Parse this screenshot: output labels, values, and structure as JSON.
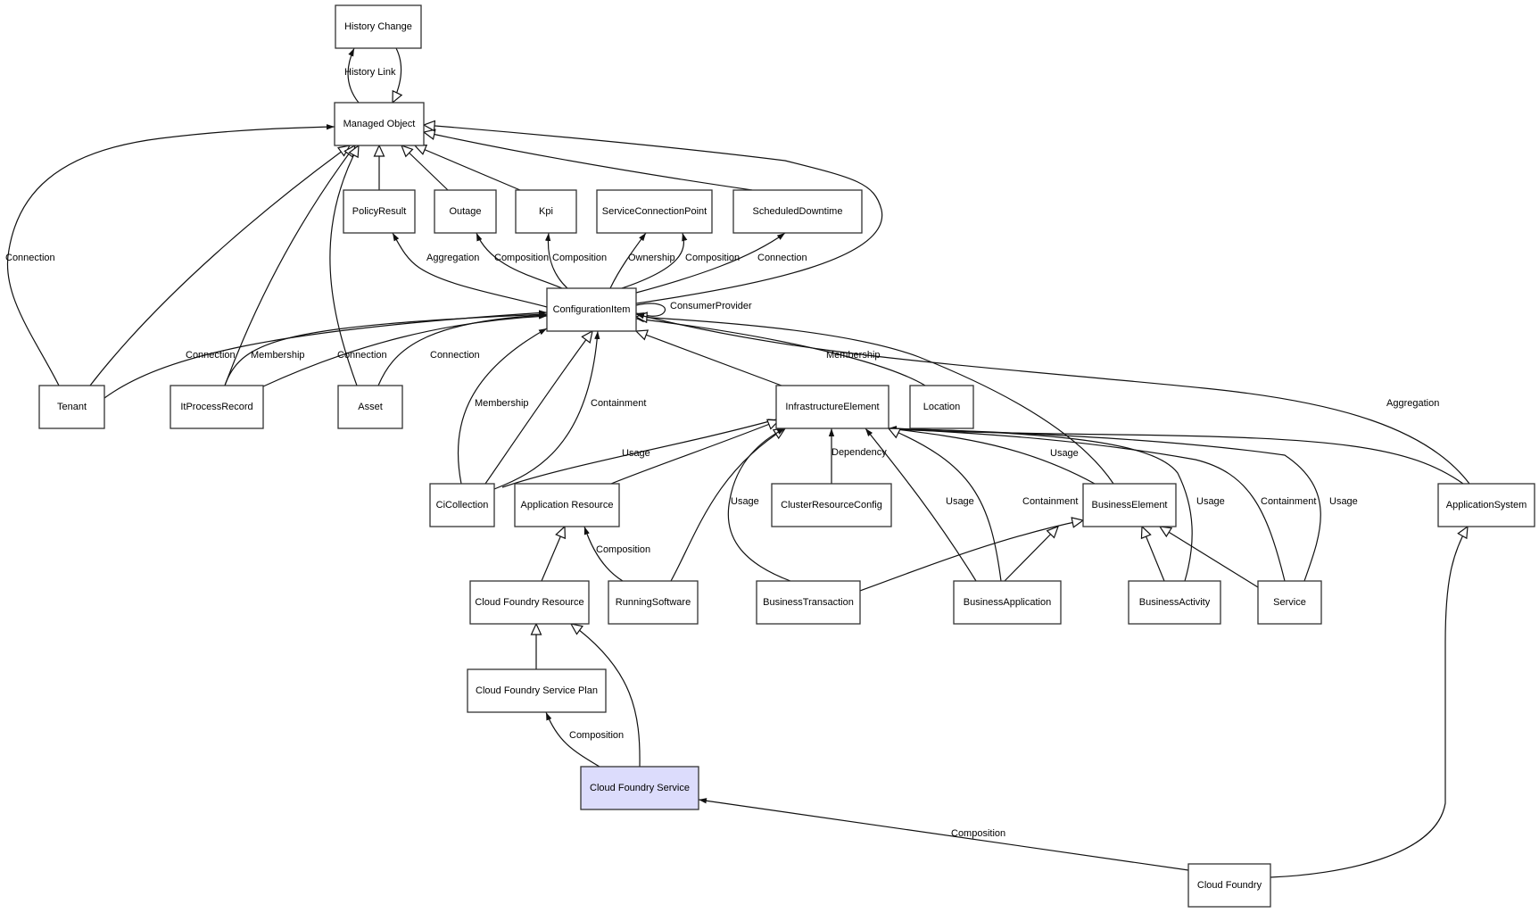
{
  "diagram": {
    "title": "Cloud Foundry Service class diagram",
    "highlight_color": "#dcdcfc",
    "nodes": [
      {
        "id": "history_change",
        "label": "History Change"
      },
      {
        "id": "managed_object",
        "label": "Managed Object"
      },
      {
        "id": "policy_result",
        "label": "PolicyResult"
      },
      {
        "id": "outage",
        "label": "Outage"
      },
      {
        "id": "kpi",
        "label": "Kpi"
      },
      {
        "id": "scp",
        "label": "ServiceConnectionPoint"
      },
      {
        "id": "scheduled_downtime",
        "label": "ScheduledDowntime"
      },
      {
        "id": "configuration_item",
        "label": "ConfigurationItem"
      },
      {
        "id": "tenant",
        "label": "Tenant"
      },
      {
        "id": "it_process_record",
        "label": "ItProcessRecord"
      },
      {
        "id": "asset",
        "label": "Asset"
      },
      {
        "id": "infrastructure_element",
        "label": "InfrastructureElement"
      },
      {
        "id": "location",
        "label": "Location"
      },
      {
        "id": "ci_collection",
        "label": "CiCollection"
      },
      {
        "id": "application_resource",
        "label": "Application Resource"
      },
      {
        "id": "cluster_resource_config",
        "label": "ClusterResourceConfig"
      },
      {
        "id": "business_element",
        "label": "BusinessElement"
      },
      {
        "id": "application_system",
        "label": "ApplicationSystem"
      },
      {
        "id": "cf_resource",
        "label": "Cloud Foundry Resource"
      },
      {
        "id": "running_software",
        "label": "RunningSoftware"
      },
      {
        "id": "business_transaction",
        "label": "BusinessTransaction"
      },
      {
        "id": "business_application",
        "label": "BusinessApplication"
      },
      {
        "id": "business_activity",
        "label": "BusinessActivity"
      },
      {
        "id": "service",
        "label": "Service"
      },
      {
        "id": "cf_service_plan",
        "label": "Cloud Foundry Service Plan"
      },
      {
        "id": "cf_service",
        "label": "Cloud Foundry Service",
        "highlight": true
      },
      {
        "id": "cloud_foundry",
        "label": "Cloud Foundry"
      }
    ],
    "edges": [
      {
        "from": "managed_object",
        "to": "history_change",
        "type": "association",
        "label": "History Link"
      },
      {
        "from": "history_change",
        "to": "managed_object",
        "type": "inheritance",
        "label": ""
      },
      {
        "from": "tenant",
        "to": "managed_object",
        "type": "association",
        "label": "Connection"
      },
      {
        "from": "tenant",
        "to": "managed_object",
        "type": "inheritance",
        "label": ""
      },
      {
        "from": "it_process_record",
        "to": "managed_object",
        "type": "inheritance",
        "label": ""
      },
      {
        "from": "asset",
        "to": "managed_object",
        "type": "inheritance",
        "label": ""
      },
      {
        "from": "policy_result",
        "to": "managed_object",
        "type": "inheritance",
        "label": ""
      },
      {
        "from": "outage",
        "to": "managed_object",
        "type": "inheritance",
        "label": ""
      },
      {
        "from": "kpi",
        "to": "managed_object",
        "type": "inheritance",
        "label": ""
      },
      {
        "from": "scheduled_downtime",
        "to": "managed_object",
        "type": "inheritance",
        "label": ""
      },
      {
        "from": "configuration_item",
        "to": "managed_object",
        "type": "inheritance",
        "label": ""
      },
      {
        "from": "configuration_item",
        "to": "policy_result",
        "type": "association",
        "label": "Aggregation"
      },
      {
        "from": "configuration_item",
        "to": "outage",
        "type": "association",
        "label": "Composition"
      },
      {
        "from": "configuration_item",
        "to": "kpi",
        "type": "association",
        "label": "Composition"
      },
      {
        "from": "configuration_item",
        "to": "scp",
        "type": "association",
        "label": "Ownership"
      },
      {
        "from": "configuration_item",
        "to": "scp",
        "type": "association",
        "label": "Composition"
      },
      {
        "from": "configuration_item",
        "to": "scheduled_downtime",
        "type": "association",
        "label": "Connection"
      },
      {
        "from": "configuration_item",
        "to": "configuration_item",
        "type": "association",
        "label": "ConsumerProvider"
      },
      {
        "from": "tenant",
        "to": "configuration_item",
        "type": "association",
        "label": "Connection"
      },
      {
        "from": "it_process_record",
        "to": "configuration_item",
        "type": "association",
        "label": "Membership"
      },
      {
        "from": "it_process_record",
        "to": "configuration_item",
        "type": "association",
        "label": "Connection"
      },
      {
        "from": "asset",
        "to": "configuration_item",
        "type": "association",
        "label": "Connection"
      },
      {
        "from": "ci_collection",
        "to": "configuration_item",
        "type": "association",
        "label": "Membership"
      },
      {
        "from": "ci_collection",
        "to": "configuration_item",
        "type": "inheritance",
        "label": ""
      },
      {
        "from": "ci_collection",
        "to": "configuration_item",
        "type": "association",
        "label": "Containment"
      },
      {
        "from": "infrastructure_element",
        "to": "configuration_item",
        "type": "inheritance",
        "label": ""
      },
      {
        "from": "location",
        "to": "configuration_item",
        "type": "association",
        "label": "Membership"
      },
      {
        "from": "business_element",
        "to": "configuration_item",
        "type": "inheritance",
        "label": ""
      },
      {
        "from": "application_system",
        "to": "configuration_item",
        "type": "association",
        "label": "Aggregation"
      },
      {
        "from": "ci_collection",
        "to": "infrastructure_element",
        "type": "association",
        "label": "Usage"
      },
      {
        "from": "application_resource",
        "to": "infrastructure_element",
        "type": "inheritance",
        "label": ""
      },
      {
        "from": "running_software",
        "to": "infrastructure_element",
        "type": "inheritance",
        "label": ""
      },
      {
        "from": "business_transaction",
        "to": "infrastructure_element",
        "type": "association",
        "label": "Usage"
      },
      {
        "from": "cluster_resource_config",
        "to": "infrastructure_element",
        "type": "association",
        "label": "Dependency"
      },
      {
        "from": "business_application",
        "to": "infrastructure_element",
        "type": "association",
        "label": "Usage"
      },
      {
        "from": "business_application",
        "to": "infrastructure_element",
        "type": "association",
        "label": "Containment"
      },
      {
        "from": "business_element",
        "to": "infrastructure_element",
        "type": "association",
        "label": "Usage"
      },
      {
        "from": "business_activity",
        "to": "infrastructure_element",
        "type": "association",
        "label": "Usage"
      },
      {
        "from": "service",
        "to": "infrastructure_element",
        "type": "association",
        "label": "Containment"
      },
      {
        "from": "service",
        "to": "infrastructure_element",
        "type": "association",
        "label": "Usage"
      },
      {
        "from": "application_system",
        "to": "infrastructure_element",
        "type": "inheritance",
        "label": ""
      },
      {
        "from": "cf_resource",
        "to": "application_resource",
        "type": "inheritance",
        "label": ""
      },
      {
        "from": "running_software",
        "to": "application_resource",
        "type": "association",
        "label": "Composition"
      },
      {
        "from": "business_transaction",
        "to": "business_element",
        "type": "inheritance",
        "label": ""
      },
      {
        "from": "business_application",
        "to": "business_element",
        "type": "inheritance",
        "label": ""
      },
      {
        "from": "business_activity",
        "to": "business_element",
        "type": "inheritance",
        "label": ""
      },
      {
        "from": "service",
        "to": "business_element",
        "type": "inheritance",
        "label": ""
      },
      {
        "from": "cloud_foundry",
        "to": "application_system",
        "type": "inheritance",
        "label": ""
      },
      {
        "from": "cf_service_plan",
        "to": "cf_resource",
        "type": "inheritance",
        "label": ""
      },
      {
        "from": "cf_service",
        "to": "cf_resource",
        "type": "inheritance",
        "label": ""
      },
      {
        "from": "cf_service",
        "to": "cf_service_plan",
        "type": "association",
        "label": "Composition"
      },
      {
        "from": "cloud_foundry",
        "to": "cf_service",
        "type": "association",
        "label": "Composition"
      }
    ]
  }
}
